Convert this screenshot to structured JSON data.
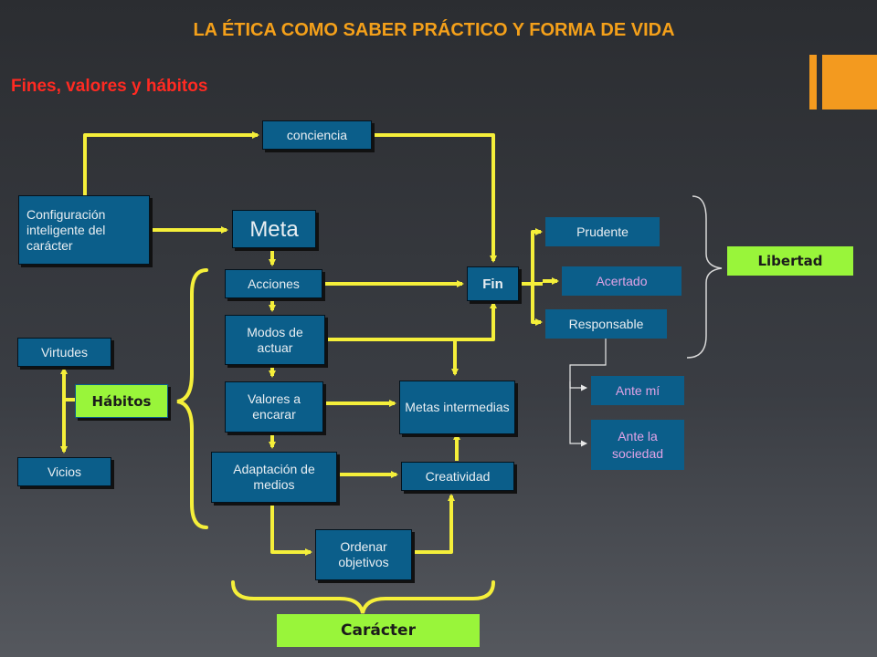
{
  "header": {
    "title": "LA ÉTICA COMO SABER PRÁCTICO Y FORMA DE VIDA",
    "subtitle": "Fines, valores y hábitos"
  },
  "nodes": {
    "conciencia": "conciencia",
    "configuracion": "Configuración inteligente del carácter",
    "meta": "Meta",
    "acciones": "Acciones",
    "modos": "Modos de actuar",
    "valores": "Valores a encarar",
    "adaptacion": "Adaptación de medios",
    "ordenar": "Ordenar objetivos",
    "metas_intermedias": "Metas intermedias",
    "creatividad": "Creatividad",
    "fin": "Fin",
    "prudente": "Prudente",
    "acertado": "Acertado",
    "responsable": "Responsable",
    "ante_mi": "Ante mí",
    "ante_sociedad": "Ante  la sociedad",
    "virtudes": "Virtudes",
    "habitos": "Hábitos",
    "vicios": "Vicios",
    "libertad": "Libertad",
    "caracter": "Carácter"
  },
  "colors": {
    "box": "#0b5e8a",
    "connector": "#f5ef3a",
    "accent": "#f39a1f",
    "label_green": "#99f53a",
    "title": "#f4a01a",
    "subtitle": "#ff2a22",
    "pink_text": "#e2a3e6"
  }
}
